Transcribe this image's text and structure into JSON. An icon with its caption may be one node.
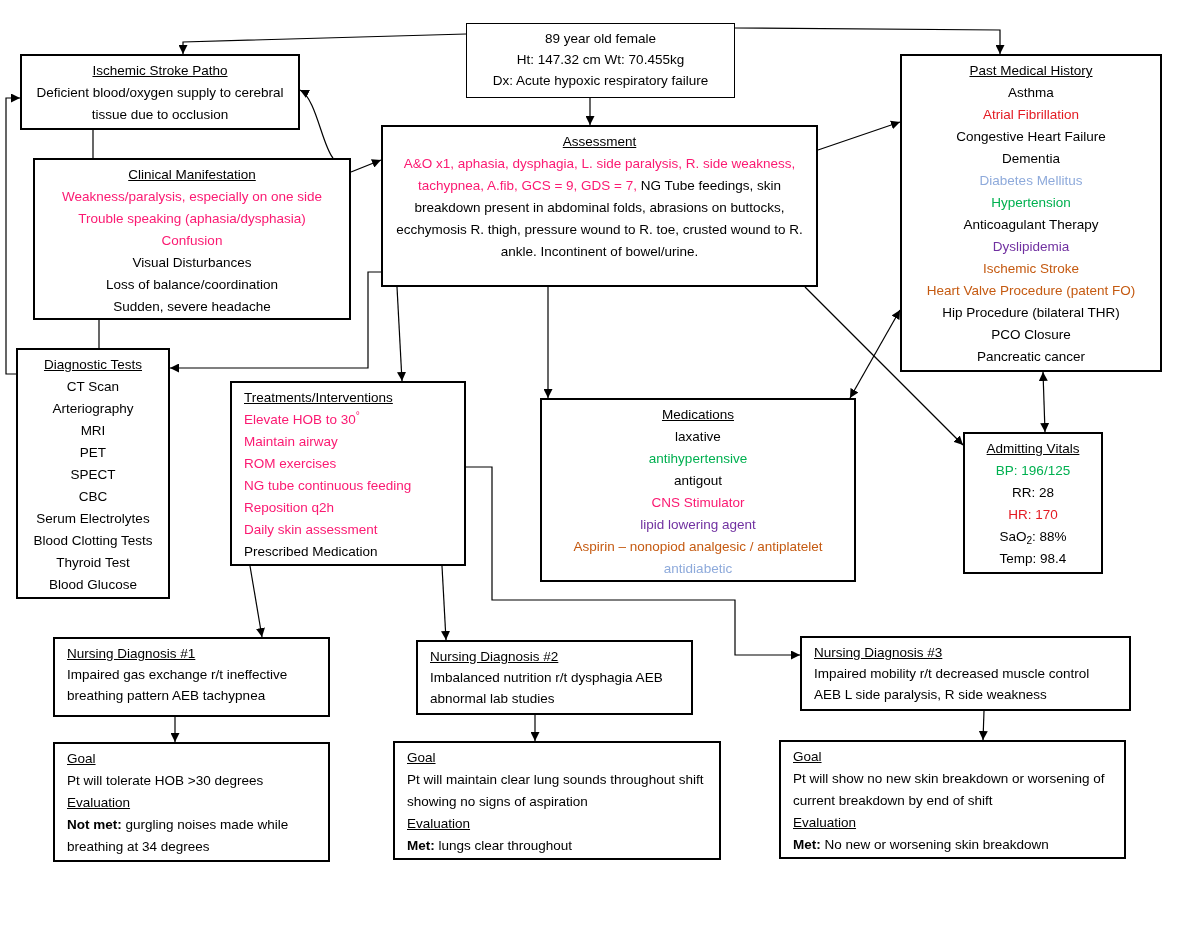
{
  "diagram": {
    "nodes": [
      {
        "text": [
          "89 year old female",
          "Ht: 147.32 cm Wt: 70.455kg",
          "Dx: Acute hypoxic respiratory failure"
        ]
      },
      {
        "text": [
          "Ischemic Stroke Patho",
          "Deficient blood/oxygen supply to cerebral tissue due to occlusion"
        ]
      },
      {
        "text": [
          "Clinical Manifestation",
          "Weakness/paralysis, especially on one side",
          "Trouble speaking (aphasia/dysphasia)",
          "Confusion",
          "Visual Disturbances",
          "Loss of balance/coordination",
          "Sudden, severe headache"
        ]
      },
      {
        "text": [
          "Assessment",
          "A&O x1, aphasia, dysphagia, L. side paralysis, R. side weakness, tachypnea, A.fib, GCS = 9, GDS = 7,",
          "NG Tube feedings, skin breakdown present in abdominal folds, abrasions on buttocks, ecchymosis R. thigh, pressure wound to R. toe, crusted wound to R. ankle. Incontinent of bowel/urine."
        ]
      },
      {
        "text": [
          "Diagnostic Tests",
          "CT Scan",
          "Arteriography",
          "MRI",
          "PET",
          "SPECT",
          "CBC",
          "Serum Electrolytes",
          "Blood Clotting Tests",
          "Thyroid Test",
          "Blood Glucose"
        ]
      },
      {
        "text": [
          "Treatments/Interventions",
          "Elevate HOB to 30$^{°}$",
          "Maintain airway",
          "ROM exercises",
          "NG tube continuous feeding",
          "Reposition q2h",
          "Daily skin assessment",
          "Prescribed Medication"
        ]
      },
      {
        "text": [
          "Medications",
          "laxative",
          "antihypertensive",
          "antigout",
          "CNS Stimulator",
          "lipid lowering agent",
          "Aspirin – nonopiod analgesic / antiplatelet",
          "antidiabetic"
        ]
      },
      {
        "text": [
          "Past Medical History",
          "Asthma",
          "Atrial Fibrillation",
          "Congestive Heart Failure",
          "Dementia",
          "Diabetes Mellitus",
          "Hypertension",
          "Anticoagulant Therapy",
          "Dyslipidemia",
          "Ischemic Stroke",
          "Heart Valve Procedure (patent FO)",
          "Hip Procedure (bilateral THR)",
          "PCO Closure",
          "Pancreatic cancer"
        ]
      },
      {
        "text": [
          "Admitting Vitals",
          "BP: 196/125",
          "RR: 28",
          "HR: 170",
          "SaO$_{2}$: 88%",
          "Temp: 98.4"
        ]
      },
      {
        "text": [
          "Nursing Diagnosis #1",
          "Impaired gas exchange r/t ineffective breathing pattern AEB tachypnea"
        ]
      },
      {
        "text": [
          "Nursing Diagnosis #2",
          "Imbalanced nutrition r/t dysphagia AEB abnormal lab studies"
        ]
      },
      {
        "text": [
          "Nursing Diagnosis #3",
          "Impaired mobility r/t decreased muscle control AEB L side paralysis, R side weakness"
        ]
      },
      {
        "text": [
          "Goal",
          "Pt will tolerate HOB >30 degrees",
          "Evaluation",
          "**Not met:** gurgling noises made while breathing at 34 degrees"
        ]
      },
      {
        "text": [
          "Goal",
          "Pt will maintain clear lung sounds throughout shift showing no signs of aspiration",
          "Evaluation",
          "**Met:** lungs clear throughout"
        ]
      },
      {
        "text": [
          "Goal",
          "Pt will show no new skin breakdown or worsening of current breakdown by end of shift",
          "Evaluation",
          "**Met:** No new or worsening skin breakdown"
        ]
      }
    ],
    "edges": [
      {
        "from": 0,
        "to": 1,
        "arrow": "to"
      },
      {
        "from": 0,
        "to": 7,
        "arrow": "to"
      },
      {
        "from": 0,
        "to": 3,
        "arrow": "to"
      },
      {
        "from": 2,
        "to": 1,
        "arrow": "to"
      },
      {
        "from": 1,
        "to": 2,
        "arrow": "none"
      },
      {
        "from": 2,
        "to": 3,
        "arrow": "to"
      },
      {
        "from": 4,
        "to": 1,
        "arrow": "to"
      },
      {
        "from": 3,
        "to": 4,
        "arrow": "to"
      },
      {
        "from": 3,
        "to": 5,
        "arrow": "to"
      },
      {
        "from": 3,
        "to": 6,
        "arrow": "to"
      },
      {
        "from": 3,
        "to": 8,
        "arrow": "to"
      },
      {
        "from": 6,
        "to": 7,
        "arrow": "both"
      },
      {
        "from": 7,
        "to": 8,
        "arrow": "both"
      },
      {
        "from": 3,
        "to": 7,
        "arrow": "to"
      },
      {
        "from": 2,
        "to": 4,
        "arrow": "none"
      },
      {
        "from": 5,
        "to": 9,
        "arrow": "to"
      },
      {
        "from": 5,
        "to": 10,
        "arrow": "to"
      },
      {
        "from": 5,
        "to": 11,
        "arrow": "to"
      },
      {
        "from": 9,
        "to": 12,
        "arrow": "to"
      },
      {
        "from": 10,
        "to": 13,
        "arrow": "to"
      },
      {
        "from": 11,
        "to": 14,
        "arrow": "to"
      }
    ]
  }
}
